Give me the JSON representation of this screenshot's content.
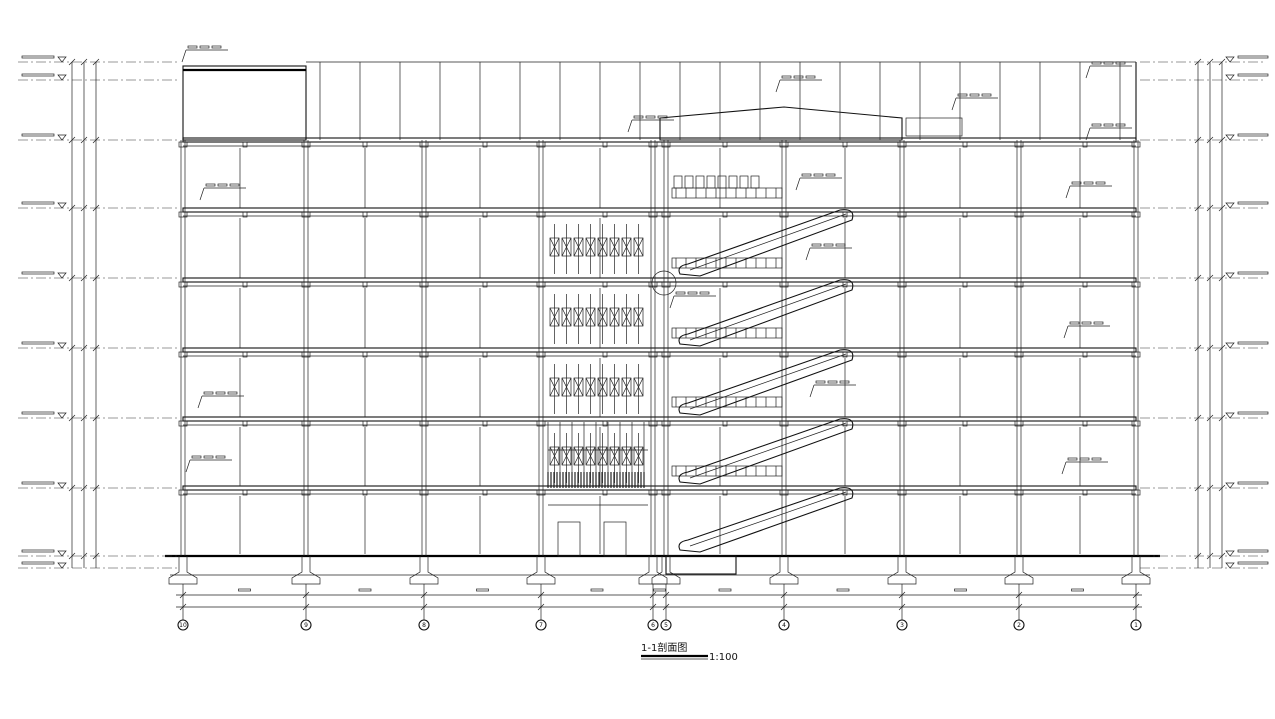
{
  "drawing": {
    "title": "1-1剖面图",
    "scale": "1:100"
  },
  "axes": [
    "10",
    "9",
    "8",
    "7",
    "6",
    "5",
    "4",
    "3",
    "2",
    "1"
  ]
}
